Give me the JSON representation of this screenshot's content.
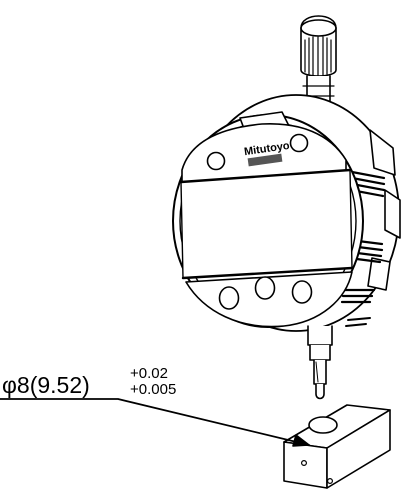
{
  "diagram": {
    "brand_logo": "Mitutoyo",
    "dimension": {
      "main": "φ8(9.52)",
      "upper_tolerance": "+0.02",
      "lower_tolerance": "+0.005"
    }
  },
  "colors": {
    "line": "#000000",
    "fill": "#ffffff",
    "shade": "#555555"
  }
}
